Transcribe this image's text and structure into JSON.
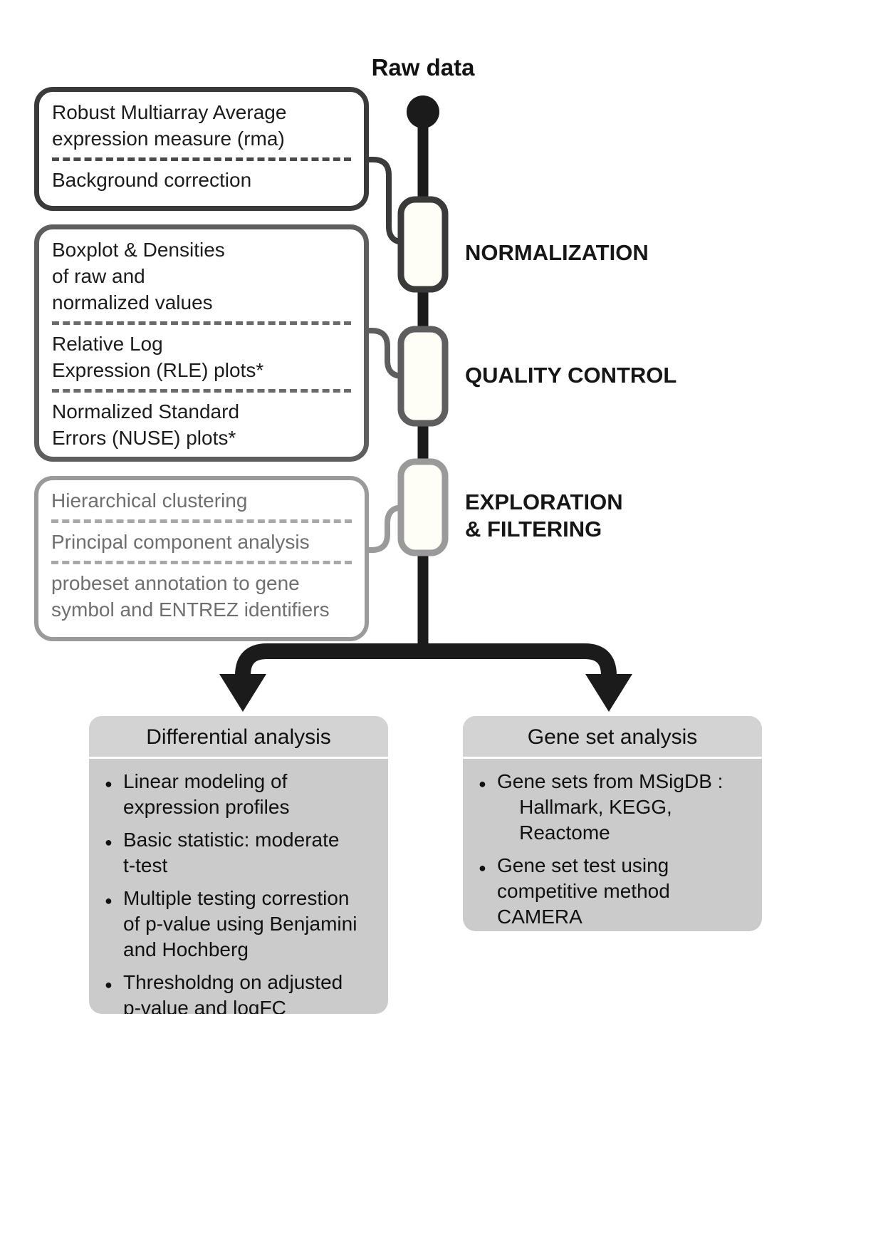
{
  "raw_data_label": "Raw data",
  "left_boxes": [
    {
      "items": [
        "Robust Multiarray Average\nexpression measure (rma)",
        "Background correction"
      ]
    },
    {
      "items": [
        "Boxplot & Densities\nof raw and\nnormalized values",
        "Relative Log\nExpression (RLE) plots*",
        "Normalized Standard\nErrors (NUSE) plots*"
      ]
    },
    {
      "items": [
        "Hierarchical clustering",
        "Principal component analysis",
        "probeset annotation to gene\nsymbol and ENTREZ identifiers"
      ]
    }
  ],
  "stages": [
    {
      "label": "NORMALIZATION"
    },
    {
      "label": "QUALITY CONTROL"
    },
    {
      "label": "EXPLORATION\n& FILTERING"
    }
  ],
  "bottom_boxes": [
    {
      "title": "Differential analysis",
      "bullets": [
        "Linear modeling of\nexpression profiles",
        "Basic statistic: moderate\nt-test",
        "Multiple testing correstion\nof p-value using Benjamini\nand Hochberg",
        "Thresholdng on adjusted\np-value and logFC"
      ]
    },
    {
      "title": "Gene set analysis",
      "bullets": [
        "Gene sets from MSigDB :\n    Hallmark, KEGG,\n    Reactome",
        "Gene set test using\ncompetitive method\nCAMERA"
      ]
    }
  ],
  "colors": {
    "line": "#1b1b1b",
    "box1_border": "#3a3a3a",
    "box2_border": "#5e5e5e",
    "box3_border": "#9a9a9a",
    "box3_text": "#6f6f6f",
    "node_fill": "#fffef6",
    "bottom_box_bg": "#cbcbcb",
    "text": "#111111"
  }
}
